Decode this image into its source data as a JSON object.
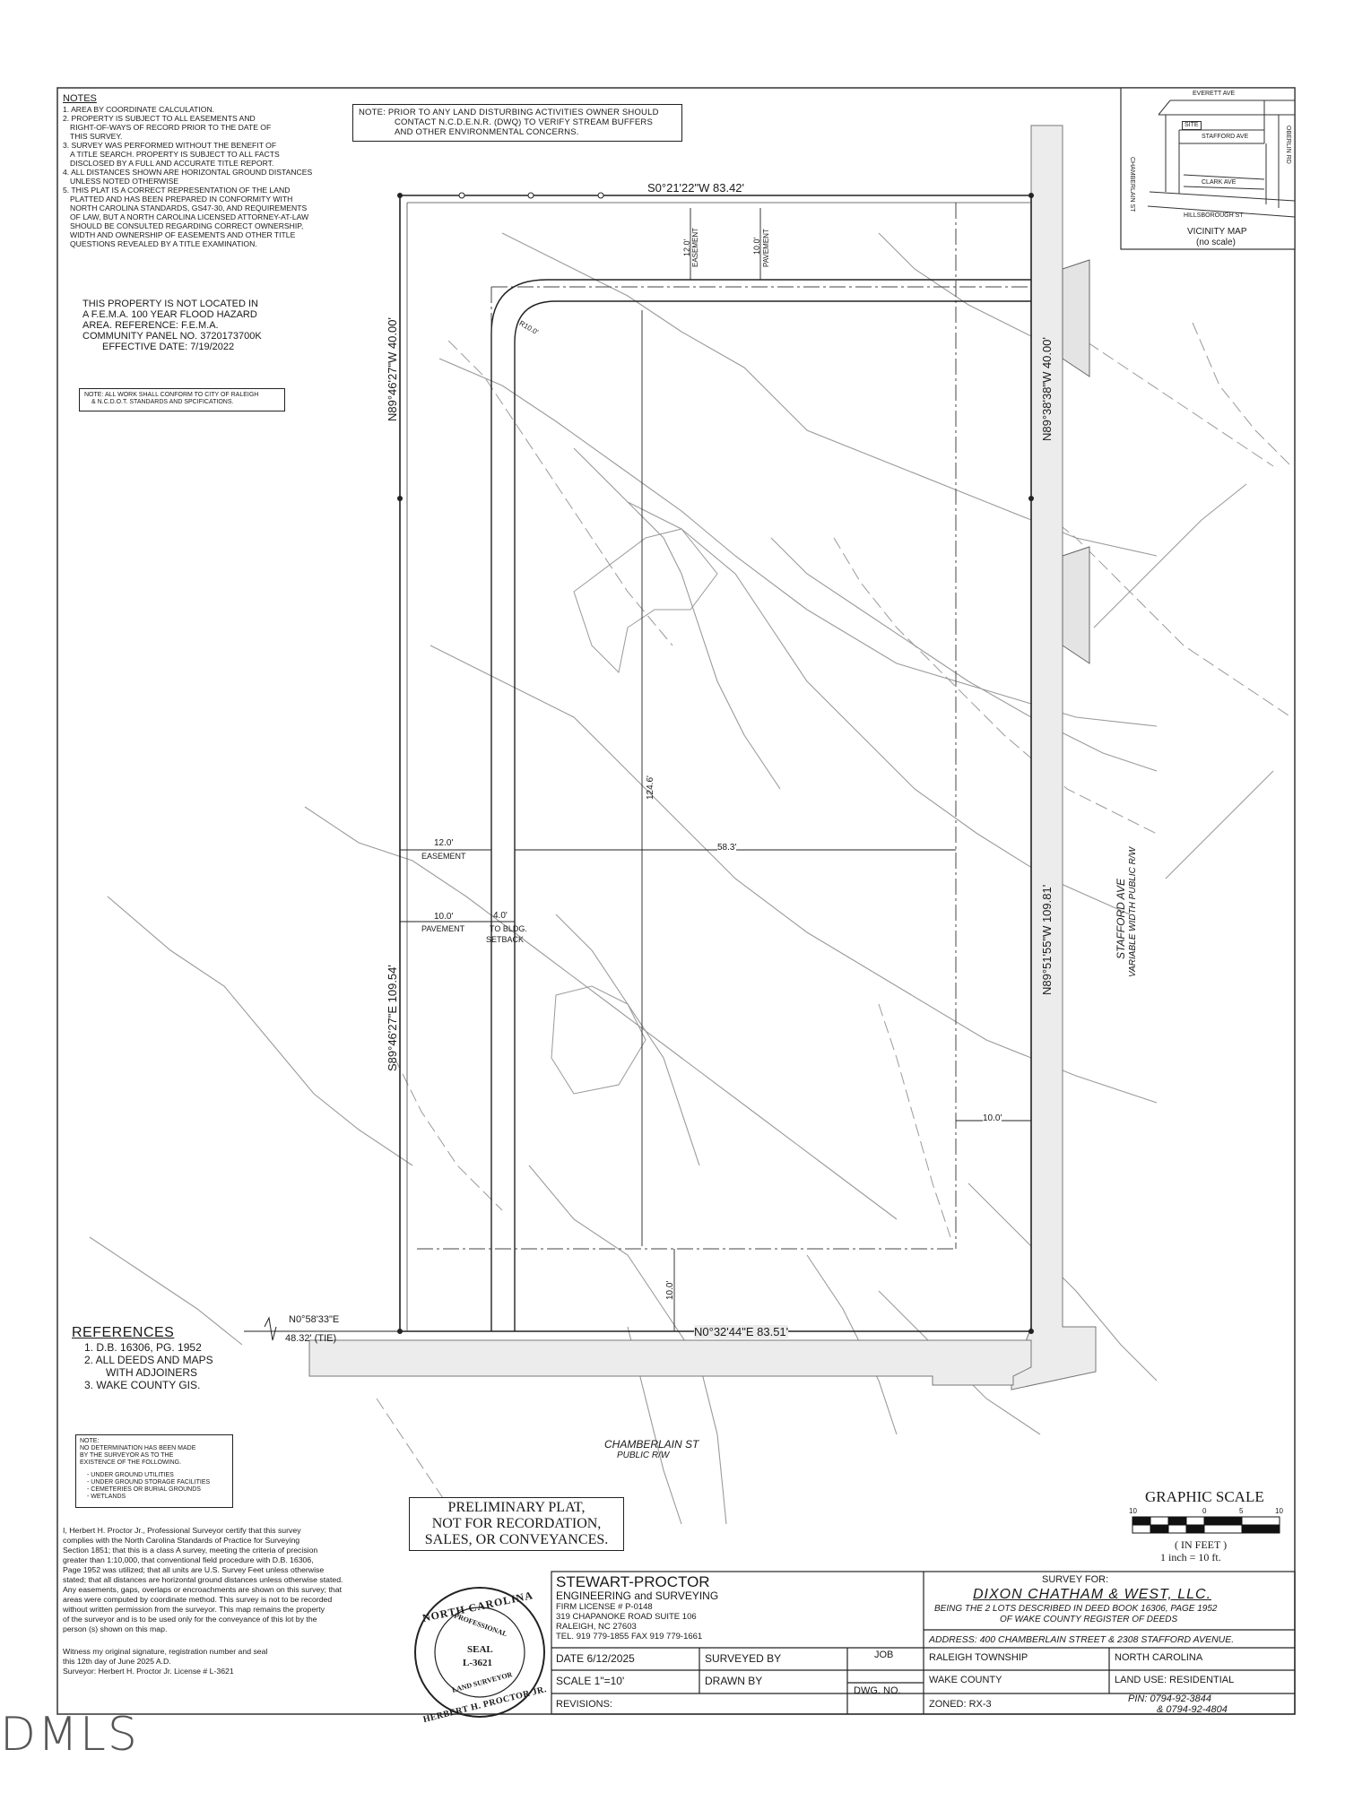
{
  "notes": {
    "title": "NOTES",
    "items": [
      "1. AREA BY COORDINATE CALCULATION.",
      "2. PROPERTY IS SUBJECT TO ALL EASEMENTS AND",
      "RIGHT-OF-WAYS OF RECORD PRIOR TO THE DATE OF",
      "THIS SURVEY.",
      "3. SURVEY WAS PERFORMED WITHOUT THE BENEFIT OF",
      "A TITLE SEARCH. PROPERTY IS SUBJECT TO ALL FACTS",
      "DISCLOSED BY A FULL AND ACCURATE TITLE REPORT.",
      "4. ALL DISTANCES SHOWN ARE HORIZONTAL GROUND DISTANCES",
      "UNLESS NOTED OTHERWISE",
      "5. THIS PLAT IS A CORRECT REPRESENTATION OF THE LAND",
      "PLATTED AND HAS BEEN PREPARED IN CONFORMITY WITH",
      "NORTH CAROLINA STANDARDS, GS47-30, AND REQUIREMENTS",
      "OF LAW, BUT A NORTH CAROLINA LICENSED ATTORNEY-AT-LAW",
      "SHOULD BE CONSULTED REGARDING CORRECT OWNERSHIP,",
      "WIDTH AND OWNERSHIP OF EASEMENTS AND OTHER TITLE",
      "QUESTIONS REVEALED BY A TITLE EXAMINATION."
    ]
  },
  "stream_note": {
    "line1": "NOTE:  PRIOR TO ANY LAND DISTURBING ACTIVITIES OWNER SHOULD",
    "line2": "CONTACT N.C.D.E.N.R. (DWQ) TO VERIFY STREAM BUFFERS",
    "line3": "AND OTHER ENVIRONMENTAL CONCERNS."
  },
  "flood": {
    "line1": "THIS PROPERTY IS NOT LOCATED IN",
    "line2": "A F.E.M.A. 100 YEAR FLOOD HAZARD",
    "line3": "AREA. REFERENCE: F.E.M.A.",
    "line4": "COMMUNITY PANEL NO. 3720173700K",
    "line5": "EFFECTIVE DATE: 7/19/2022"
  },
  "conform_note": {
    "line1": "NOTE: ALL WORK SHALL CONFORM TO CITY OF RALEIGH",
    "line2": "& N.C.D.O.T. STANDARDS AND SPCIFICATIONS."
  },
  "vicinity": {
    "everett": "EVERETT AVE",
    "site": "SITE",
    "stafford": "STAFFORD AVE",
    "chamberlain": "CHAMBERLAIN ST",
    "oberlin": "OBERLIN RD",
    "clark": "CLARK AVE",
    "hillsborough": "HILLSBOROUGH ST",
    "title": "VICINITY MAP",
    "subtitle": "(no scale)"
  },
  "bearings": {
    "top": "S0°21'22\"W   83.42'",
    "left_upper": "N89°46'27\"W   40.00'",
    "right_upper": "N89°38'38\"W   40.00'",
    "left_lower": "S89°46'27\"E   109.54'",
    "right_lower": "N89°51'55\"W   109.81'",
    "bottom": "N0°32'44\"E   83.51'",
    "tie1": "N0°58'33\"E",
    "tie2": "48.32' (TIE)"
  },
  "labels": {
    "easement_top_dist": "12.0'",
    "easement_top": "EASEMENT",
    "pavement_top_dist": "10.0'",
    "pavement_top": "PAVEMENT",
    "radius": "R10.0'",
    "depth": "124.6'",
    "width": "58.3'",
    "easement_left_dist": "12.0'",
    "easement_left": "EASEMENT",
    "pavement_left_dist": "10.0'",
    "pavement_left": "PAVEMENT",
    "setback_dist": "4.0'",
    "setback1": "TO BLDG.",
    "setback2": "SETBACK",
    "right_setback": "10.0'",
    "bottom_setback": "10.0'",
    "stafford1": "STAFFORD AVE",
    "stafford2": "VARIABLE WIDTH PUBLIC R/W",
    "chamberlain1": "CHAMBERLAIN ST",
    "chamberlain2": "PUBLIC R/W"
  },
  "references": {
    "title": "REFERENCES",
    "items": [
      "1. D.B. 16306, PG. 1952",
      "2. ALL DEEDS AND MAPS",
      "WITH ADJOINERS",
      "3. WAKE COUNTY GIS."
    ]
  },
  "determination_note": {
    "items": [
      "NOTE:",
      "NO DETERMINATION HAS BEEN MADE",
      "BY THE SURVEYOR AS TO THE",
      "EXISTENCE OF THE FOLLOWING.",
      "",
      "- UNDER GROUND UTILITIES",
      "- UNDER GROUND STORAGE FACILITIES",
      "- CEMETERIES OR BURIAL GROUNDS",
      "- WETLANDS"
    ]
  },
  "preliminary": {
    "line1": "PRELIMINARY PLAT,",
    "line2": "NOT FOR RECORDATION,",
    "line3": "SALES, OR CONVEYANCES."
  },
  "graphic_scale": {
    "title": "GRAPHIC SCALE",
    "t10l": "10",
    "t0": "0",
    "t5": "5",
    "t10r": "10",
    "unit": "( IN FEET )",
    "ratio": "1 inch = 10  ft."
  },
  "certification": {
    "items": [
      "I, Herbert H. Proctor Jr., Professional Surveyor certify that this survey",
      "complies with the North Carolina Standards of Practice for Surveying",
      "Section 1851; that this is a class A survey, meeting the criteria of precision",
      "greater than 1:10,000, that conventional field procedure with D.B. 16306,",
      "Page 1952 was utilized; that all units are U.S. Survey Feet unless otherwise",
      "stated; that all distances are horizontal ground distances unless otherwise stated.",
      "Any easements, gaps, overlaps or encroachments are shown on this survey; that",
      "areas were computed by coordinate method. This survey is not to be recorded",
      "without written permission from the surveyor. This map remains the property",
      "of the surveyor and is to be used only for the conveyance of this lot by the",
      "person (s) shown on this map."
    ],
    "witness1": "Witness my original signature, registration number and seal",
    "witness2": "this 12th day of June 2025 A.D.",
    "surveyor": "Surveyor: Herbert H. Proctor Jr.     License # L-3621"
  },
  "seal": {
    "top": "NORTH CAROLINA",
    "professional": "PROFESSIONAL",
    "seal": "SEAL",
    "number": "L-3621",
    "land": "LAND SURVEYOR",
    "name": "HERBERT H. PROCTOR JR."
  },
  "firm": {
    "name": "STEWART-PROCTOR",
    "sub": "ENGINEERING and SURVEYING",
    "license": "FIRM LICENSE # P-0148",
    "address": "319 CHAPANOKE ROAD    SUITE 106",
    "city": "RALEIGH, NC  27603",
    "tel": "TEL. 919 779-1855   FAX 919 779-1661"
  },
  "survey_for": {
    "label": "SURVEY FOR:",
    "client": "DIXON CHATHAM & WEST, LLC.",
    "desc1": "BEING THE 2 LOTS DESCRIBED IN DEED BOOK 16306, PAGE 1952",
    "desc2": "OF WAKE COUNTY REGISTER OF DEEDS",
    "address": "ADDRESS:  400 CHAMBERLAIN STREET & 2308 STAFFORD AVENUE."
  },
  "title_block": {
    "date": "DATE   6/12/2025",
    "surveyed_by": "SURVEYED BY",
    "job": "JOB",
    "township": "RALEIGH TOWNSHIP",
    "state": "NORTH CAROLINA",
    "scale": "SCALE      1\"=10'",
    "drawn_by": "DRAWN BY",
    "dwg": "DWG. NO.",
    "county": "WAKE COUNTY",
    "land_use": "LAND USE: RESIDENTIAL",
    "revisions": "REVISIONS:",
    "zoned": "ZONED:  RX-3",
    "pin1": "PIN: 0794-92-3844",
    "pin2": "& 0794-92-4804"
  },
  "watermark": "DMLS"
}
